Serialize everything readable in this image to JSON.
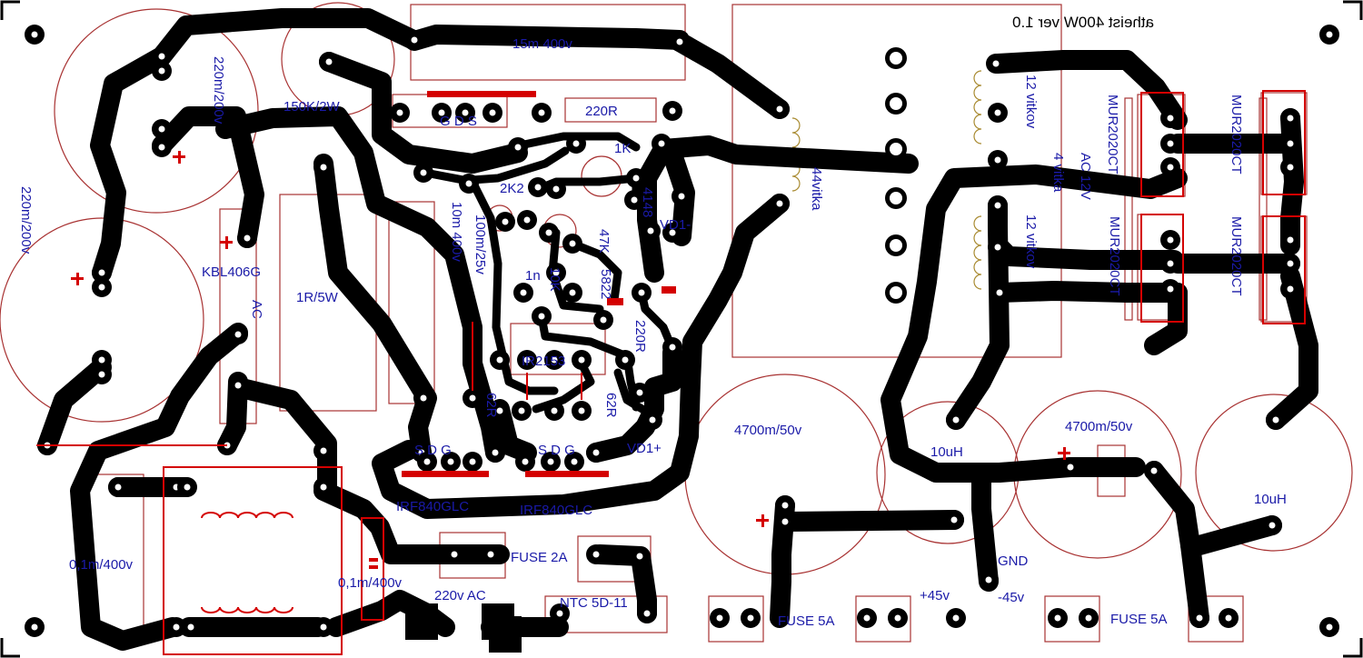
{
  "title": "atheist 400W ver 1.0",
  "components": {
    "cap_15m": "15m 400v",
    "cap_220_top": "220m/200v",
    "cap_220_left": "220m/200v",
    "res_150k": "150K/2W",
    "res_220r": "220R",
    "res_1k": "1K",
    "res_2k2": "2K2",
    "res_47k": "47K",
    "res_10k": "10K",
    "res_1r5w": "1R/5W",
    "res_220r2": "220R",
    "res_62r_a": "62R",
    "res_62r_b": "62R",
    "cap_1n": "1n",
    "cap_10m": "10m 400v",
    "cap_100m": "100m/25v",
    "diode_4148": "4148",
    "diode_5822": "5822",
    "bridge": "KBL406G",
    "ac_mark": "AC",
    "ic": "IR2153",
    "mosfet_a": "IRF840GLC",
    "mosfet_b": "IRF840GLC",
    "pins_a": "S D G",
    "pins_b": "S D G",
    "pins_top": "G D S",
    "vd1_minus": "VD1-",
    "vd1_plus": "VD1+",
    "cap_4700_a": "4700m/50v",
    "cap_4700_b": "4700m/50v",
    "ind_a": "10uH",
    "ind_b": "10uH",
    "cap_01_a": "0,1m/400v",
    "cap_01_b": "0,1m/400v",
    "fuse_2a": "FUSE 2A",
    "fuse_5a_a": "FUSE 5A",
    "fuse_5a_b": "FUSE 5A",
    "ntc": "NTC 5D-11",
    "ac_in": "220v AC",
    "plus45": "+45v",
    "minus45": "-45v",
    "gnd": "GND",
    "tr_44": "44vitka",
    "tr_12a": "12 vitkov",
    "tr_12b": "12 vitkov",
    "tr_4": "4 vitka",
    "tr_ac12": "AC 12V",
    "mur_1": "MUR2020CT",
    "mur_2": "MUR2020CT",
    "mur_3": "MUR2020CT",
    "mur_4": "MUR2020CT"
  },
  "colors": {
    "trace": "#000000",
    "silk_red": "#d40000",
    "outline": "#a83232",
    "label": "#1a1aa8",
    "background": "#ffffff"
  }
}
